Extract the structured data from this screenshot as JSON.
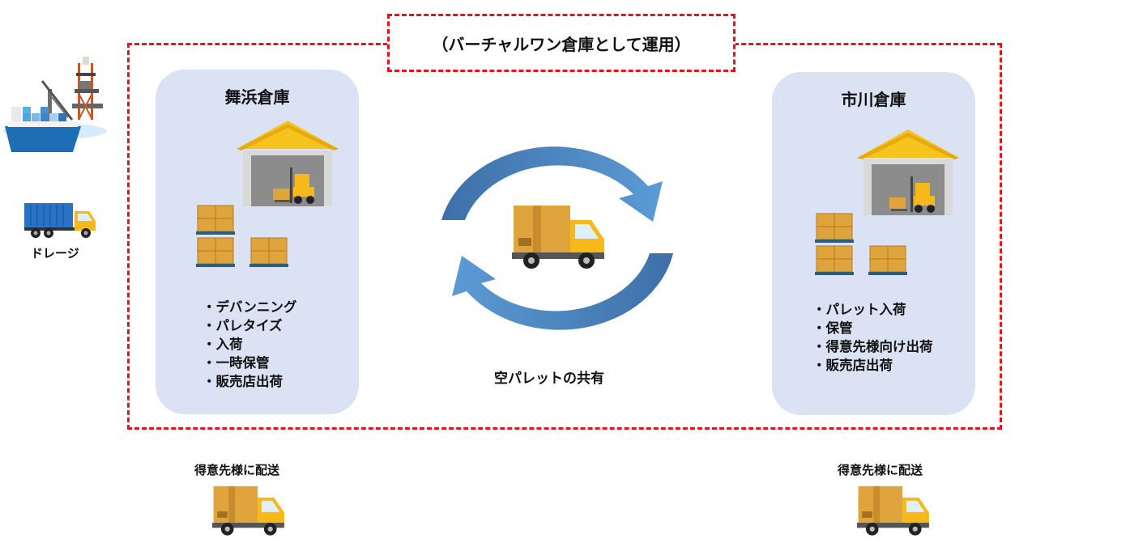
{
  "frame_title": "（バーチャルワン倉庫として運用）",
  "left_source_label": "ドレージ",
  "warehouses": [
    {
      "name": "舞浜倉庫",
      "tasks": [
        "デバンニング",
        "パレタイズ",
        "入荷",
        "一時保管",
        "販売店出荷"
      ]
    },
    {
      "name": "市川倉庫",
      "tasks": [
        "パレット入荷",
        "保管",
        "得意先様向け出荷",
        "販売店出荷"
      ]
    }
  ],
  "center_label": "空パレットの共有",
  "delivery_labels": [
    "得意先様に配送",
    "得意先様に配送"
  ],
  "colors": {
    "frame_border": "#e3141b",
    "panel_bg": "#dae2f3",
    "arrow_light": "#5b9bd5",
    "arrow_dark": "#3e6fa8",
    "roof": "#f7c31e",
    "box": "#e0a43c",
    "truck_cab": "#f6b919"
  },
  "icons": {
    "port": "port-crane-ship-icon",
    "drayage": "container-truck-icon",
    "warehouse": "warehouse-forklift-icon",
    "pallet": "pallet-boxes-icon",
    "delivery": "delivery-truck-icon",
    "cycle": "circular-arrows-icon"
  }
}
